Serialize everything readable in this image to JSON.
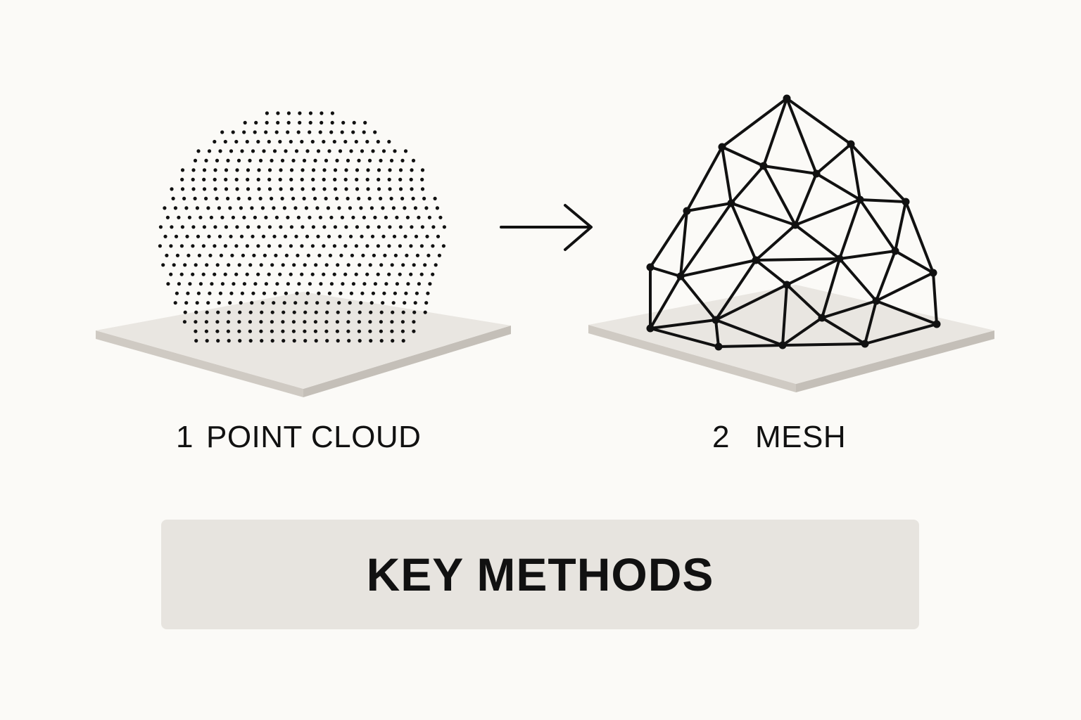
{
  "steps": [
    {
      "number": "1",
      "label": "POINT CLOUD",
      "icon": "point-cloud-icon"
    },
    {
      "number": "2",
      "label": "MESH",
      "icon": "triangle-mesh-icon"
    }
  ],
  "banner": {
    "label": "KEY METHODS"
  },
  "colors": {
    "background": "#fbfaf7",
    "platform_top": "#e9e6e1",
    "platform_side": "#cfcac3",
    "banner": "#e7e4df",
    "ink": "#111111"
  }
}
